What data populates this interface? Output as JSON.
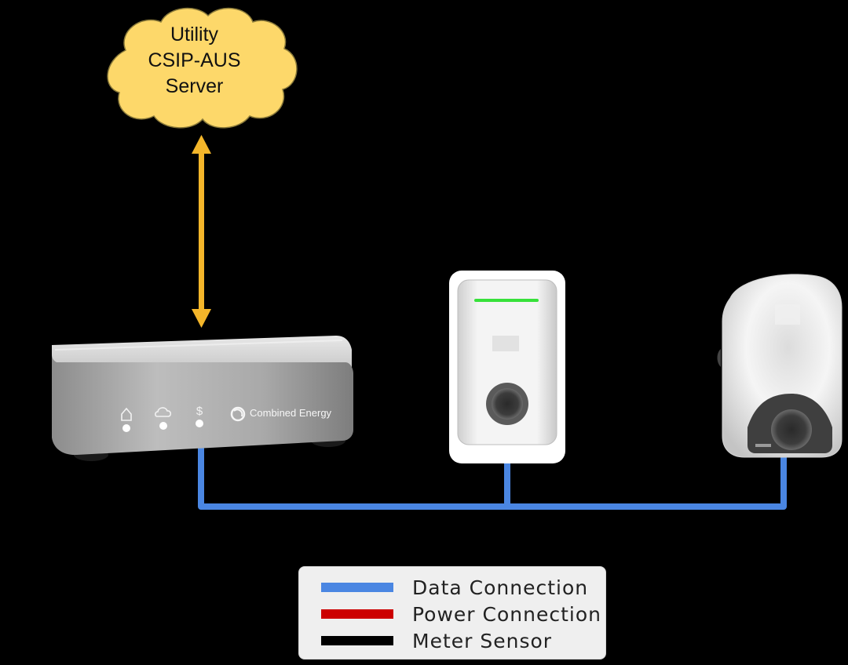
{
  "cloud": {
    "lines": [
      "Utility",
      "CSIP-AUS",
      "Server"
    ],
    "fill": "#fdd86a",
    "stroke": "#8a7a3a"
  },
  "arrow": {
    "color": "#f4b62a"
  },
  "gateway": {
    "brand": "Combined Energy",
    "indicator_icons": [
      "home-icon",
      "cloud-icon",
      "dollar-icon"
    ]
  },
  "chargers": [
    {
      "name": "ev-charger-1",
      "status_light_color": "#37e13a"
    },
    {
      "name": "ev-charger-2"
    }
  ],
  "connections": {
    "data_color": "#4a86e2"
  },
  "legend": {
    "items": [
      {
        "label": "Data Connection",
        "color": "#4a86e2"
      },
      {
        "label": "Power Connection",
        "color": "#cc0000"
      },
      {
        "label": "Meter Sensor",
        "color": "#000000"
      }
    ]
  }
}
